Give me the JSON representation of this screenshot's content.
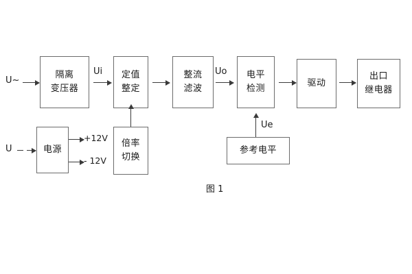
{
  "figure": {
    "caption": "图 1",
    "line_color": "#6b6b6b",
    "arrow_color": "#3a3a3a",
    "text_color": "#1a1a1a",
    "background": "#ffffff"
  },
  "blocks": [
    {
      "id": "isolation-transformer",
      "lines": [
        "隔离",
        "变压器"
      ]
    },
    {
      "id": "setting-value",
      "lines": [
        "定值",
        "整定"
      ]
    },
    {
      "id": "rectify-filter",
      "lines": [
        "整流",
        "滤波"
      ]
    },
    {
      "id": "level-detect",
      "lines": [
        "电平",
        "检测"
      ]
    },
    {
      "id": "drive",
      "lines": [
        "驱动"
      ]
    },
    {
      "id": "output-relay",
      "lines": [
        "出口",
        "继电器"
      ]
    },
    {
      "id": "power-supply",
      "lines": [
        "电源"
      ]
    },
    {
      "id": "multiplier-switch",
      "lines": [
        "倍率",
        "切换"
      ]
    },
    {
      "id": "reference-level",
      "lines": [
        "参考电平"
      ]
    }
  ],
  "signals": {
    "input_ac": "U~",
    "input_dc": "U",
    "ui": "Ui",
    "uo": "Uo",
    "ue": "Ue",
    "rail_positive": "+12V",
    "rail_negative": "- 12V"
  }
}
